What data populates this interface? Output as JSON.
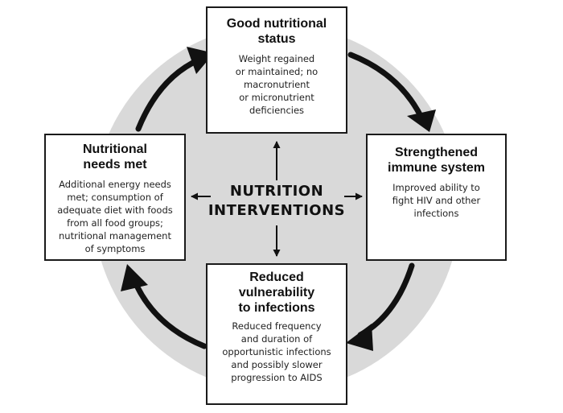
{
  "diagram": {
    "center": "NUTRITION\nINTERVENTIONS",
    "nodes": [
      {
        "id": "top",
        "title": "Good nutritional\nstatus",
        "body": "Weight regained\nor maintained; no\nmacronutrient\nor micronutrient\ndeficiencies"
      },
      {
        "id": "right",
        "title": "Strengthened\nimmune system",
        "body": "Improved ability to\nfight HIV and other\ninfections"
      },
      {
        "id": "bottom",
        "title": "Reduced\nvulnerability\nto infections",
        "body": "Reduced frequency\nand duration of\nopportunistic infections\nand possibly slower\nprogression to AIDS"
      },
      {
        "id": "left",
        "title": "Nutritional\nneeds met",
        "body": "Additional energy needs\nmet; consumption of\nadequate diet with foods\nfrom all food groups;\nnutritional management\nof symptoms"
      }
    ],
    "colors": {
      "ring": "#d9d9d9",
      "arrow": "#111111",
      "box_border": "#1a1a1a"
    }
  }
}
